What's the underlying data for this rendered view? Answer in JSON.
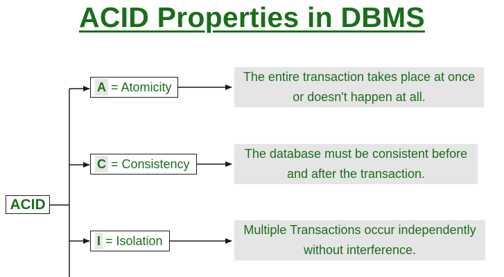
{
  "title": "ACID Properties in DBMS",
  "root_label": "ACID",
  "properties": [
    {
      "letter": "A",
      "name": "= Atomicity",
      "description": [
        "The entire transaction takes place at once",
        "or doesn't happen at all."
      ]
    },
    {
      "letter": "C",
      "name": "= Consistency",
      "description": [
        "The database must be consistent before",
        "and after the transaction."
      ]
    },
    {
      "letter": "I",
      "name": "= Isolation",
      "description": [
        "Multiple Transactions occur independently",
        "without interference."
      ]
    }
  ],
  "colors": {
    "text_green": "#1b6e1b",
    "box_fill": "#e5e5e5",
    "line": "#1a1a1a"
  }
}
